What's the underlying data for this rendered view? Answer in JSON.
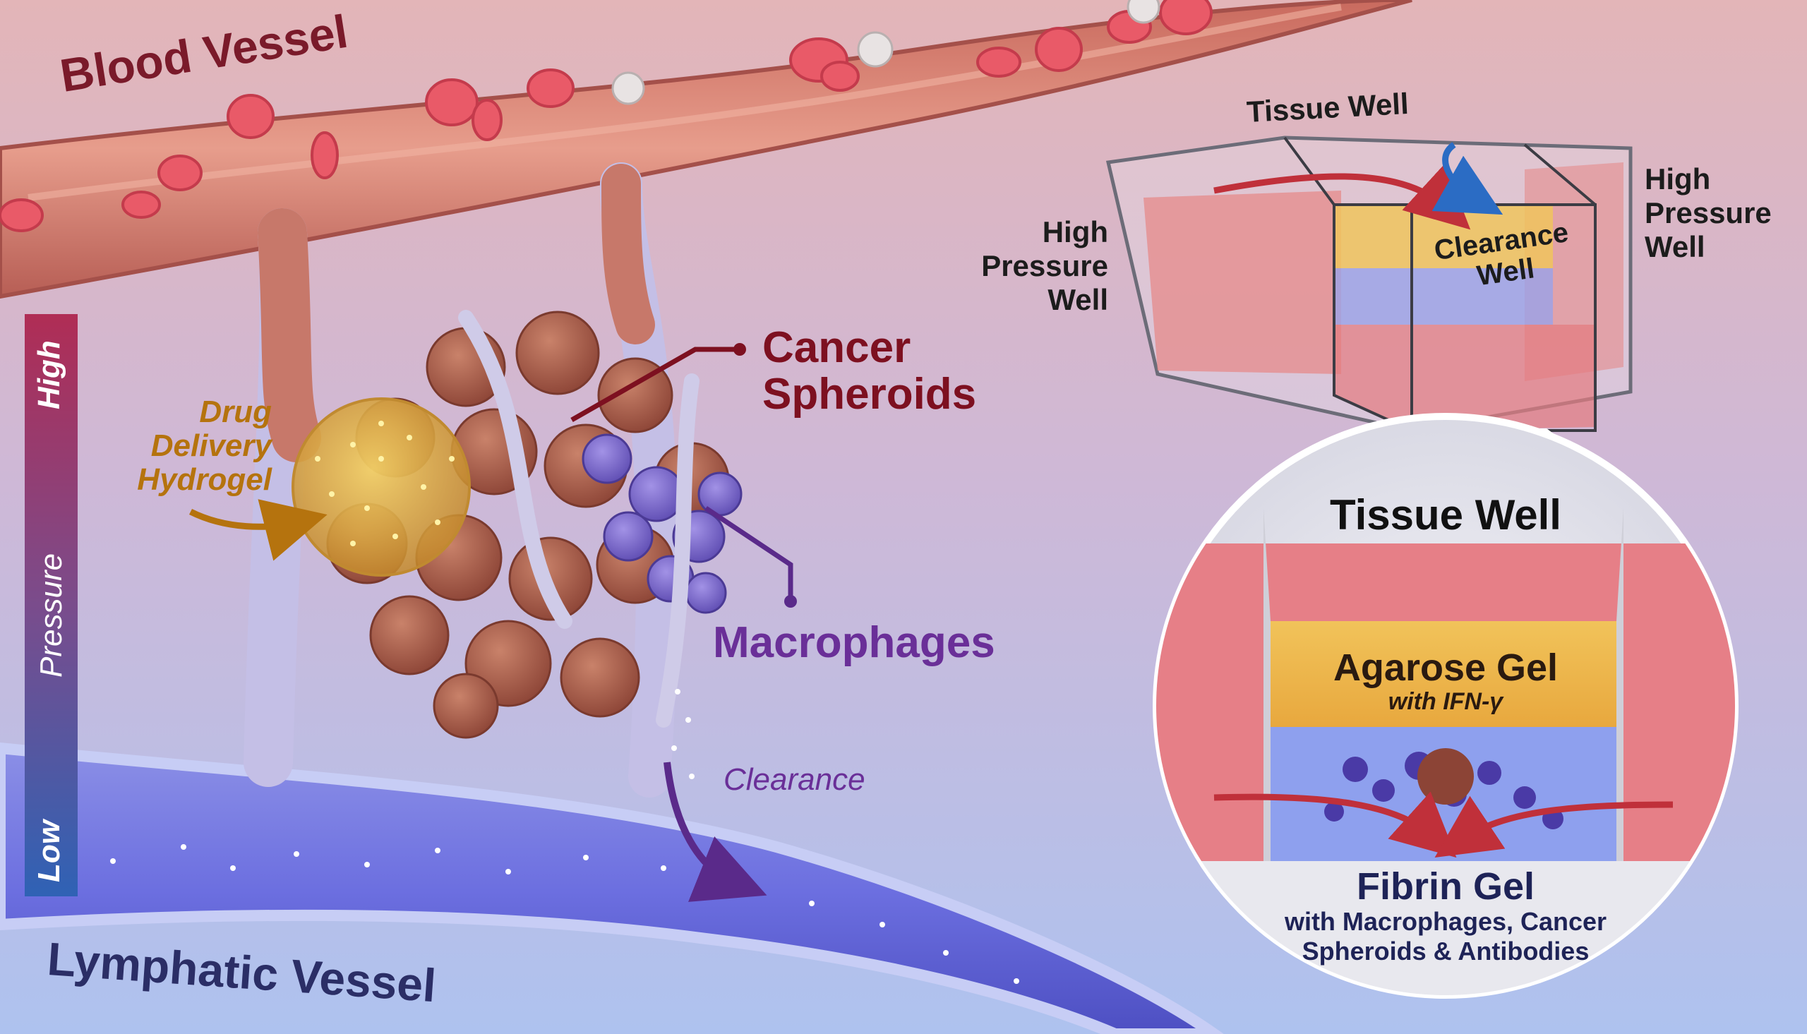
{
  "labels": {
    "blood_vessel": "Blood Vessel",
    "lymphatic_vessel": "Lymphatic Vessel",
    "cancer_spheroids": [
      "Cancer",
      "Spheroids"
    ],
    "drug_delivery_hydrogel": [
      "Drug",
      "Delivery",
      "Hydrogel"
    ],
    "macrophages": "Macrophages",
    "clearance": "Clearance"
  },
  "pressure_scale": {
    "high": "High",
    "pressure": "Pressure",
    "low": "Low"
  },
  "device": {
    "tissue_well": "Tissue Well",
    "high_pressure_well_left": [
      "High",
      "Pressure",
      "Well"
    ],
    "high_pressure_well_right": [
      "High",
      "Pressure",
      "Well"
    ],
    "clearance_well": [
      "Clearance",
      "Well"
    ]
  },
  "inset": {
    "tissue_well": "Tissue Well",
    "agarose_gel": "Agarose Gel",
    "agarose_sub": "with IFN-γ",
    "fibrin_gel": "Fibrin Gel",
    "fibrin_sub": [
      "with Macrophages, Cancer",
      "Spheroids & Antibodies"
    ]
  },
  "colors": {
    "blood_vessel_text": "#7a1a2a",
    "cancer_text": "#7d1020",
    "hydrogel_text": "#b5730e",
    "macrophage_text": "#6a2f98",
    "lymph_text": "#2b2e66",
    "high_color": "#b03358",
    "low_color": "#2f5fb0"
  }
}
